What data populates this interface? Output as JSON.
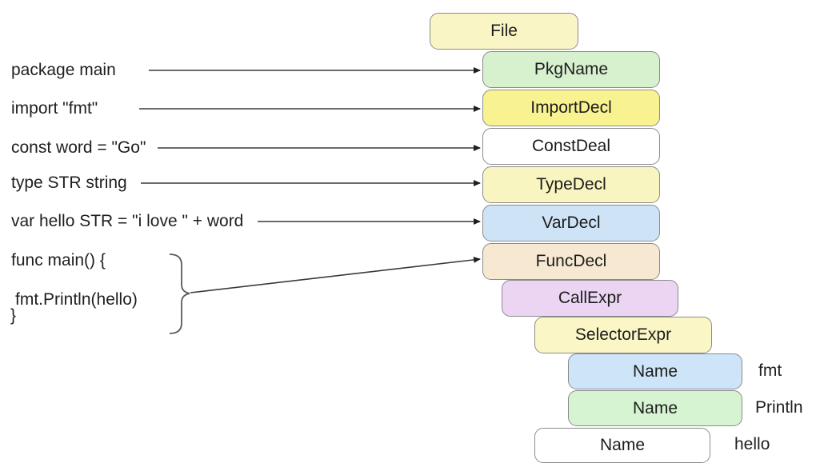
{
  "diagram": {
    "code_lines": [
      "package main",
      "import \"fmt\"",
      "const word = \"Go\"",
      "type STR string",
      "var hello STR = \"i love \" + word",
      "func main() {",
      "fmt.Println(hello)",
      "}"
    ],
    "nodes": [
      {
        "id": "file",
        "label": "File",
        "fill": "#f9f5c5"
      },
      {
        "id": "pkgname",
        "label": "PkgName",
        "fill": "#d7f0cd"
      },
      {
        "id": "importdecl",
        "label": "ImportDecl",
        "fill": "#f9f291"
      },
      {
        "id": "constdeal",
        "label": "ConstDeal",
        "fill": "#ffffff"
      },
      {
        "id": "typedecl",
        "label": "TypeDecl",
        "fill": "#f8f5c1"
      },
      {
        "id": "vardecl",
        "label": "VarDecl",
        "fill": "#cee3f6"
      },
      {
        "id": "funcdecl",
        "label": "FuncDecl",
        "fill": "#f7e8d1"
      },
      {
        "id": "callexpr",
        "label": "CallExpr",
        "fill": "#ebd5f3"
      },
      {
        "id": "selectorexpr",
        "label": "SelectorExpr",
        "fill": "#faf6c6"
      },
      {
        "id": "name-fmt",
        "label": "Name",
        "fill": "#cee4f8",
        "annotation": "fmt"
      },
      {
        "id": "name-println",
        "label": "Name",
        "fill": "#d6f4d1",
        "annotation": "Println"
      },
      {
        "id": "name-hello",
        "label": "Name",
        "fill": "#ffffff",
        "annotation": "hello"
      }
    ],
    "colors": {
      "border": "#8b8b8b",
      "line": "#3a3a3a",
      "text": "#1f1f1f",
      "background": "#ffffff"
    }
  }
}
